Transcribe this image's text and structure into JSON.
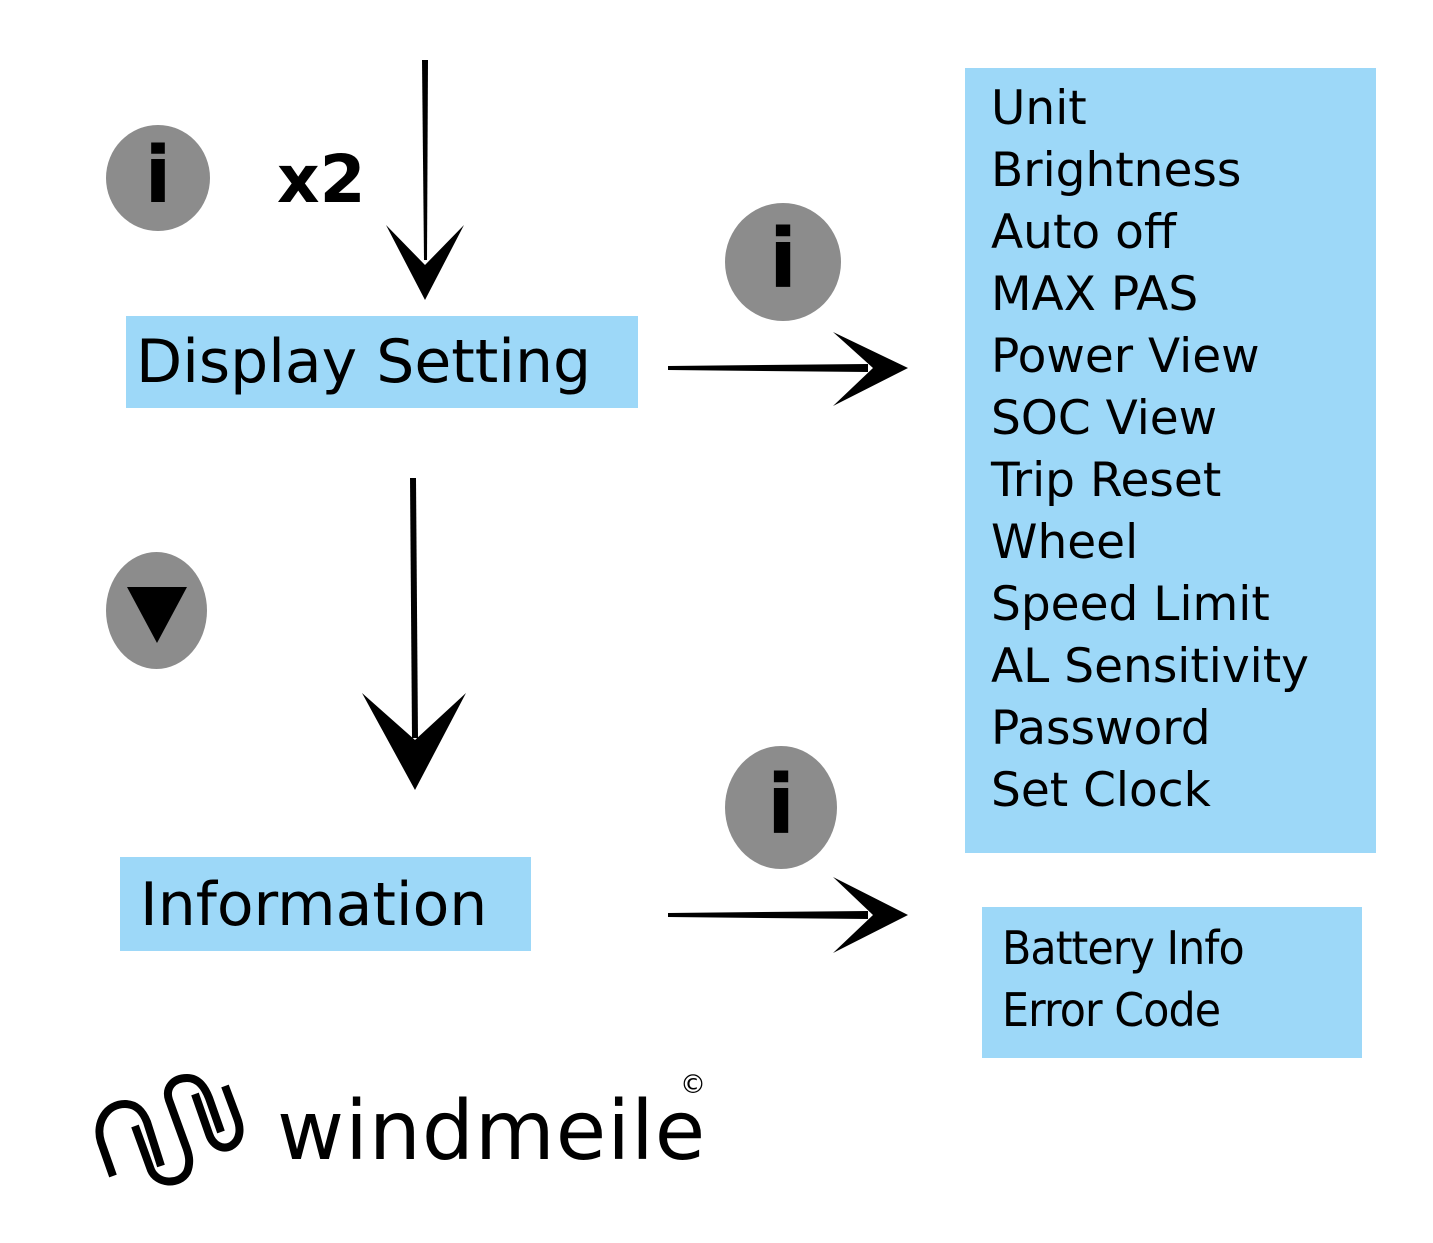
{
  "colors": {
    "box_fill": "#9dd8f8",
    "button_circle": "#8c8c8c",
    "arrow": "#000000",
    "text": "#000000"
  },
  "top_step": {
    "button_icon": "info-i",
    "button_glyph": "i",
    "repeat_label": "x2"
  },
  "display_setting": {
    "label": "Display Setting",
    "button_icon": "info-i",
    "button_glyph": "i",
    "submenu": [
      "Unit",
      "Brightness",
      "Auto off",
      "MAX PAS",
      "Power View",
      "SOC View",
      "Trip Reset",
      "Wheel",
      "Speed Limit",
      "AL Sensitivity",
      "Password",
      "Set Clock"
    ]
  },
  "navigate_step": {
    "button_icon": "down-triangle",
    "button_glyph": "▼"
  },
  "information": {
    "label": "Information",
    "button_icon": "info-i",
    "button_glyph": "i",
    "submenu": [
      "Battery Info",
      "Error Code"
    ]
  },
  "logo": {
    "brand": "windmeile",
    "copyright": "©"
  }
}
